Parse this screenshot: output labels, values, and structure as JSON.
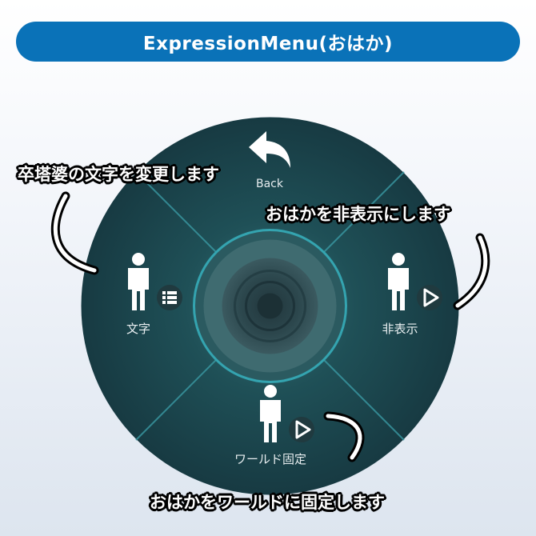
{
  "header": {
    "title": "ExpressionMenu(おはか)"
  },
  "menu": {
    "back_label": "Back",
    "items": [
      {
        "label": "文字",
        "badge": "list-icon"
      },
      {
        "label": "非表示",
        "badge": "play-icon"
      },
      {
        "label": "ワールド固定",
        "badge": "play-icon"
      }
    ]
  },
  "annotations": {
    "top_left": "卒塔婆の文字を変更します",
    "right": "おはかを非表示にします",
    "bottom": "おはかをワールドに固定します"
  },
  "colors": {
    "title_bar": "#0a72b8",
    "menu_fill": "#1f4f57",
    "menu_dark": "#163238",
    "ring": "#2a9aa6",
    "text": "#ffffff"
  }
}
